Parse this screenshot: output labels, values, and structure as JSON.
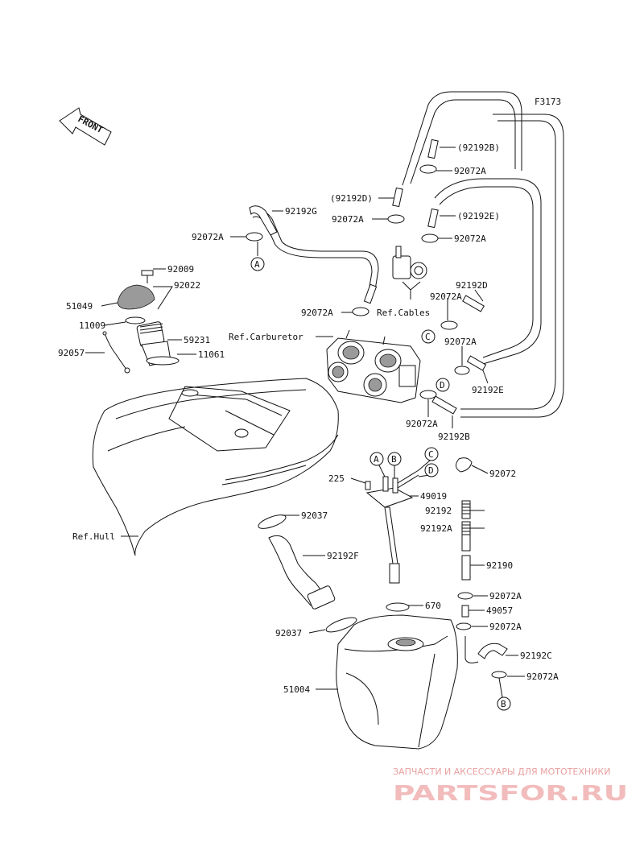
{
  "figure_code": "F3173",
  "front_label": "FRONT",
  "part_labels": [
    {
      "id": "p92192B_paren",
      "text": "(92192B)"
    },
    {
      "id": "p92072A_1",
      "text": "92072A"
    },
    {
      "id": "p92192D_paren",
      "text": "(92192D)"
    },
    {
      "id": "p92192G",
      "text": "92192G"
    },
    {
      "id": "p92072A_2",
      "text": "92072A"
    },
    {
      "id": "p92192E_paren",
      "text": "(92192E)"
    },
    {
      "id": "p92072A_3",
      "text": "92072A"
    },
    {
      "id": "p92072A_4",
      "text": "92072A"
    },
    {
      "id": "p92009",
      "text": "92009"
    },
    {
      "id": "p92022",
      "text": "92022"
    },
    {
      "id": "p92192D",
      "text": "92192D"
    },
    {
      "id": "p92072A_5",
      "text": "92072A"
    },
    {
      "id": "p51049",
      "text": "51049"
    },
    {
      "id": "refCables",
      "text": "Ref.Cables"
    },
    {
      "id": "p92072A_6",
      "text": "92072A"
    },
    {
      "id": "p11009",
      "text": "11009"
    },
    {
      "id": "refCarb",
      "text": "Ref.Carburetor"
    },
    {
      "id": "p59231",
      "text": "59231"
    },
    {
      "id": "p92072A_7",
      "text": "92072A"
    },
    {
      "id": "p92057",
      "text": "92057"
    },
    {
      "id": "p11061",
      "text": "11061"
    },
    {
      "id": "p92192E",
      "text": "92192E"
    },
    {
      "id": "p92072A_8",
      "text": "92072A"
    },
    {
      "id": "p92192B",
      "text": "92192B"
    },
    {
      "id": "p225",
      "text": "225"
    },
    {
      "id": "p92072",
      "text": "92072"
    },
    {
      "id": "p49019",
      "text": "49019"
    },
    {
      "id": "p92192",
      "text": "92192"
    },
    {
      "id": "p92037_1",
      "text": "92037"
    },
    {
      "id": "p92192A",
      "text": "92192A"
    },
    {
      "id": "refHull",
      "text": "Ref.Hull"
    },
    {
      "id": "p92192F",
      "text": "92192F"
    },
    {
      "id": "p92190",
      "text": "92190"
    },
    {
      "id": "p92072A_9",
      "text": "92072A"
    },
    {
      "id": "p670",
      "text": "670"
    },
    {
      "id": "p49057",
      "text": "49057"
    },
    {
      "id": "p92037_2",
      "text": "92037"
    },
    {
      "id": "p92072A_10",
      "text": "92072A"
    },
    {
      "id": "p92192C",
      "text": "92192C"
    },
    {
      "id": "p92072A_11",
      "text": "92072A"
    },
    {
      "id": "p51004",
      "text": "51004"
    }
  ],
  "callouts": [
    "A",
    "B",
    "C",
    "D",
    "A",
    "B",
    "C",
    "D"
  ],
  "watermark": {
    "subtitle": "ЗАПЧАСТИ И АКСЕССУАРЫ ДЛЯ МОТОТЕХНИКИ",
    "brand": "PARTSFOR.RU",
    "color": "#f2bcbc"
  }
}
